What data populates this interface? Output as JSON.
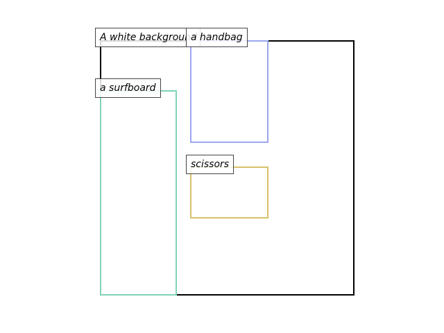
{
  "regions": {
    "frame": {
      "label": "A white background",
      "color": "#000000"
    },
    "handbag": {
      "label": "a handbag",
      "color": "#9aa6ee"
    },
    "scissors": {
      "label": "scissors",
      "color": "#d8c06a"
    },
    "surfboard": {
      "label": "a surfboard",
      "color": "#7fd3b6"
    }
  }
}
